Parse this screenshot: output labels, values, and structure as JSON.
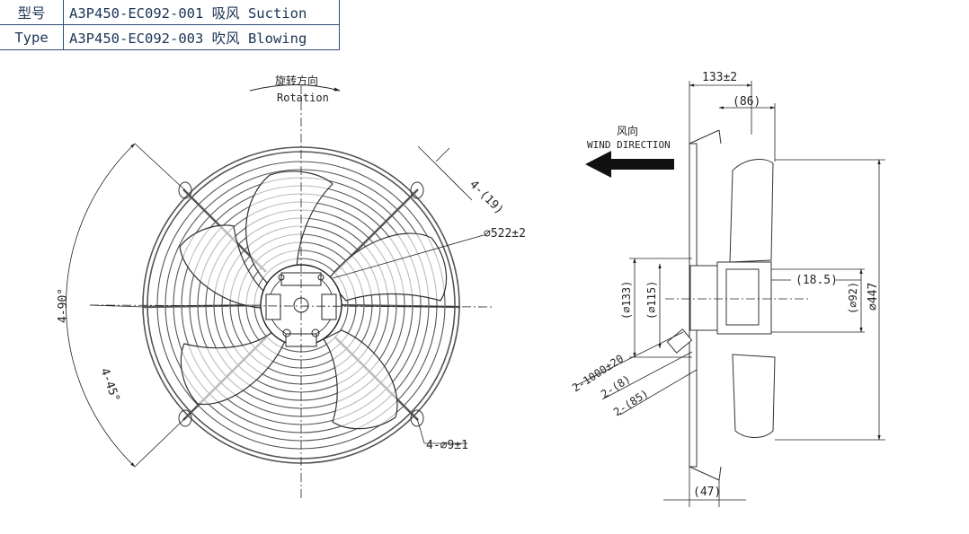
{
  "header": {
    "rows": [
      {
        "label": "型号",
        "value": "A3P450-EC092-001 吸风 Suction"
      },
      {
        "label": "Type",
        "value": "A3P450-EC092-003 吹风 Blowing"
      }
    ]
  },
  "front_view": {
    "rotation_cn": "旋转方向",
    "rotation_en": "Rotation",
    "dim_hole_spacing": "4-(19)",
    "dim_guard_diameter": "⌀522±2",
    "dim_angle_90": "4-90°",
    "dim_angle_45": "4-45°",
    "dim_holes": "4-⌀9±1"
  },
  "side_view": {
    "wind_cn": "风向",
    "wind_en": "WIND DIRECTION",
    "dim_depth": "133±2",
    "dim_depth_ref": "(86)",
    "dim_hub_offset": "(18.5)",
    "dim_d133": "(⌀133)",
    "dim_d115": "(⌀115)",
    "dim_d92": "(⌀92)",
    "dim_d447": "⌀447",
    "dim_cable": "2-1000±20",
    "dim_cable_8": "2-(8)",
    "dim_cable_85": "2-(85)",
    "dim_bottom": "(47)"
  }
}
